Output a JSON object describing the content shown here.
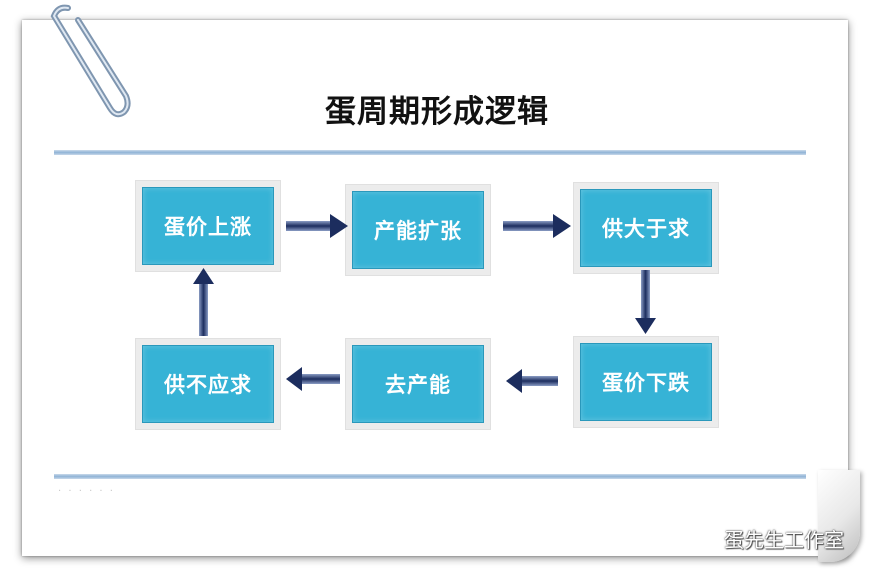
{
  "title": "蛋周期形成逻辑",
  "nodes": {
    "egg_price_rise": "蛋价上涨",
    "capacity_expansion": "产能扩张",
    "supply_exceeds_demand": "供大于求",
    "egg_price_fall": "蛋价下跌",
    "capacity_reduction": "去产能",
    "supply_short_of_demand": "供不应求"
  },
  "flow": [
    [
      "蛋价上涨",
      "产能扩张"
    ],
    [
      "产能扩张",
      "供大于求"
    ],
    [
      "供大于求",
      "蛋价下跌"
    ],
    [
      "蛋价下跌",
      "去产能"
    ],
    [
      "去产能",
      "供不应求"
    ],
    [
      "供不应求",
      "蛋价上涨"
    ]
  ],
  "watermark": "蛋先生工作室",
  "colors": {
    "box_fill": "#36b3d6",
    "box_text": "#ffffff",
    "arrow": "#1c2d5e",
    "rule": "#8fb3d6"
  },
  "icons": {
    "paperclip": "paperclip-icon",
    "watermark": "wechat-icon"
  }
}
